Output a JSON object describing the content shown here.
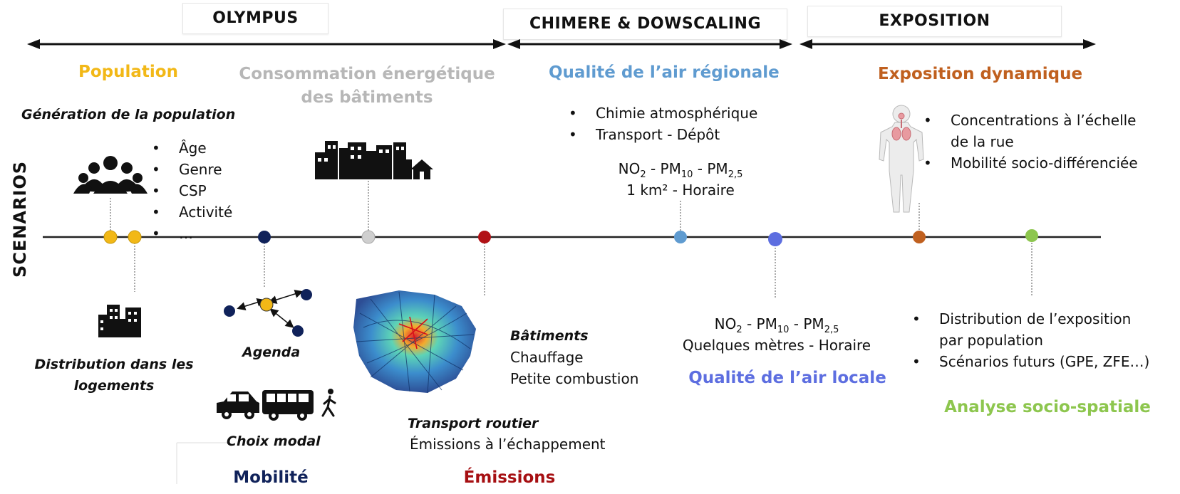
{
  "phases": {
    "olympus": "OLYMPUS",
    "chimere": "CHIMERE & DOWSCALING",
    "exposition": "EXPOSITION"
  },
  "scenarios_label": "SCENARIOS",
  "categories": {
    "population": "Population",
    "consommation_l1": "Consommation énergétique",
    "consommation_l2": "des bâtiments",
    "qualite_regionale": "Qualité de l’air régionale",
    "exposition_dynamique": "Exposition dynamique",
    "mobilite": "Mobilité",
    "emissions": "Émissions",
    "qualite_locale": "Qualité de l’air locale",
    "analyse": "Analyse socio-spatiale"
  },
  "population": {
    "generation": "Génération de la population",
    "items": [
      "Âge",
      "Genre",
      "CSP",
      "Activité",
      "…"
    ],
    "distribution_l1": "Distribution dans les",
    "distribution_l2": "logements"
  },
  "mobility": {
    "agenda": "Agenda",
    "choix_modal": "Choix modal"
  },
  "emissions": {
    "batiments": "Bâtiments",
    "chauffage": "Chauffage",
    "petite_combustion": "Petite combustion",
    "transport_routier": "Transport routier",
    "echappement": "Émissions à l’échappement"
  },
  "regional": {
    "items": [
      "Chimie atmosphérique",
      "Transport - Dépôt"
    ],
    "resolution": "1 km² - Horaire"
  },
  "local": {
    "resolution": "Quelques mètres - Horaire"
  },
  "exposure": {
    "items_l1": "Concentrations à l’échelle",
    "items_l2": "de la rue",
    "item2": "Mobilité socio-différenciée"
  },
  "analysis": {
    "item1_l1": "Distribution de l’exposition",
    "item1_l2": "par population",
    "item2": "Scénarios futurs (GPE, ZFE…)"
  },
  "pollutants": {
    "no": "NO",
    "two": "2",
    "pm": "PM",
    "ten": "10",
    "twofive": "2,5",
    "sep": " - "
  },
  "colors": {
    "population": "#f2b817",
    "consommation": "#b7b7b7",
    "regional": "#5f9bd0",
    "exposition": "#c0601f",
    "mobilite": "#10225a",
    "emissions": "#a60f12",
    "local": "#5d6ee0",
    "analyse": "#8dc64e"
  },
  "icons": [
    "people-group-icon",
    "buildings-icon",
    "city-buildings-icon",
    "network-map-icon",
    "car-icon",
    "bus-icon",
    "pedestrian-icon",
    "human-body-icon"
  ]
}
